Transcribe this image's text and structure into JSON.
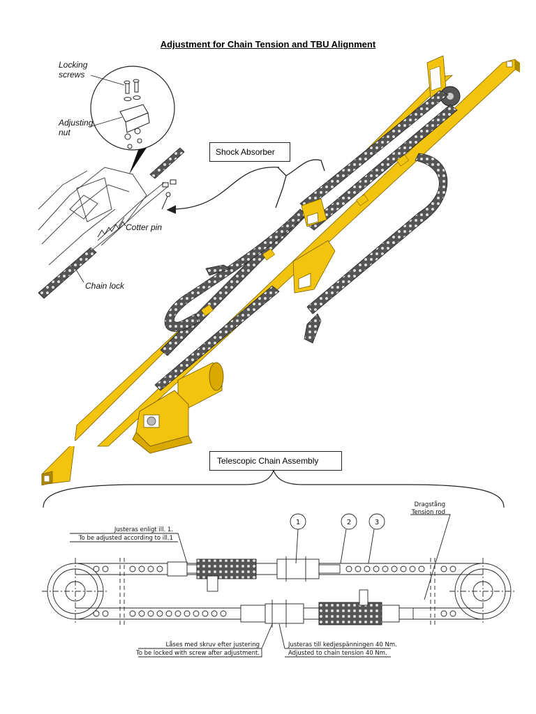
{
  "title": "Adjustment for Chain Tension and TBU Alignment",
  "detail": {
    "locking_screws": [
      "Locking",
      "screws"
    ],
    "adjusting_nut": [
      "Adjusting",
      "nut"
    ],
    "cotter_pin": "Cotter pin",
    "chain_lock": "Chain lock"
  },
  "shock_absorber_label": "Shock Absorber",
  "telescopic_label": "Telescopic Chain Assembly",
  "drawing": {
    "callouts": [
      "1",
      "2",
      "3"
    ],
    "tension_rod_sv": "Dragstång",
    "tension_rod_en": "Tension rod",
    "adjust_sv": "Justeras enligt ill. 1.",
    "adjust_en": "To be adjusted according to ill.1",
    "lock_sv": "Låses med skruv efter justering",
    "lock_en": "To be locked with screw after adjustment.",
    "tension_sv": "Justeras till kedjespänningen 40 Nm.",
    "tension_en": "Adjusted to chain tension 40 Nm."
  },
  "colors": {
    "rail_yellow": "#f2c40f",
    "rail_shadow": "#b08a00",
    "chain_dark": "#333333",
    "line": "#222222"
  }
}
